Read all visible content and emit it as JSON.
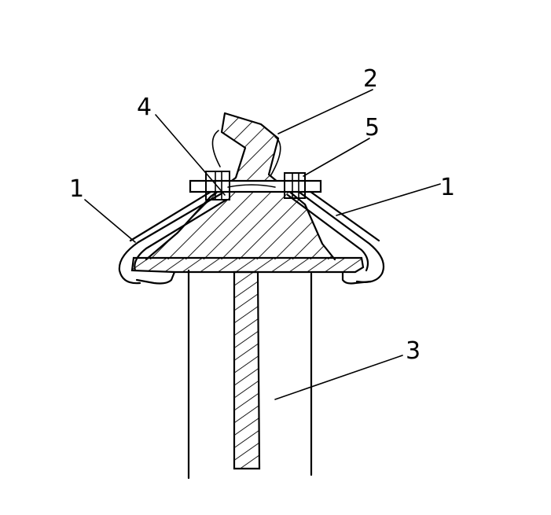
{
  "labels": {
    "part1_left": "1",
    "part1_right": "1",
    "part2": "2",
    "part3": "3",
    "part4": "4",
    "part5": "5"
  }
}
